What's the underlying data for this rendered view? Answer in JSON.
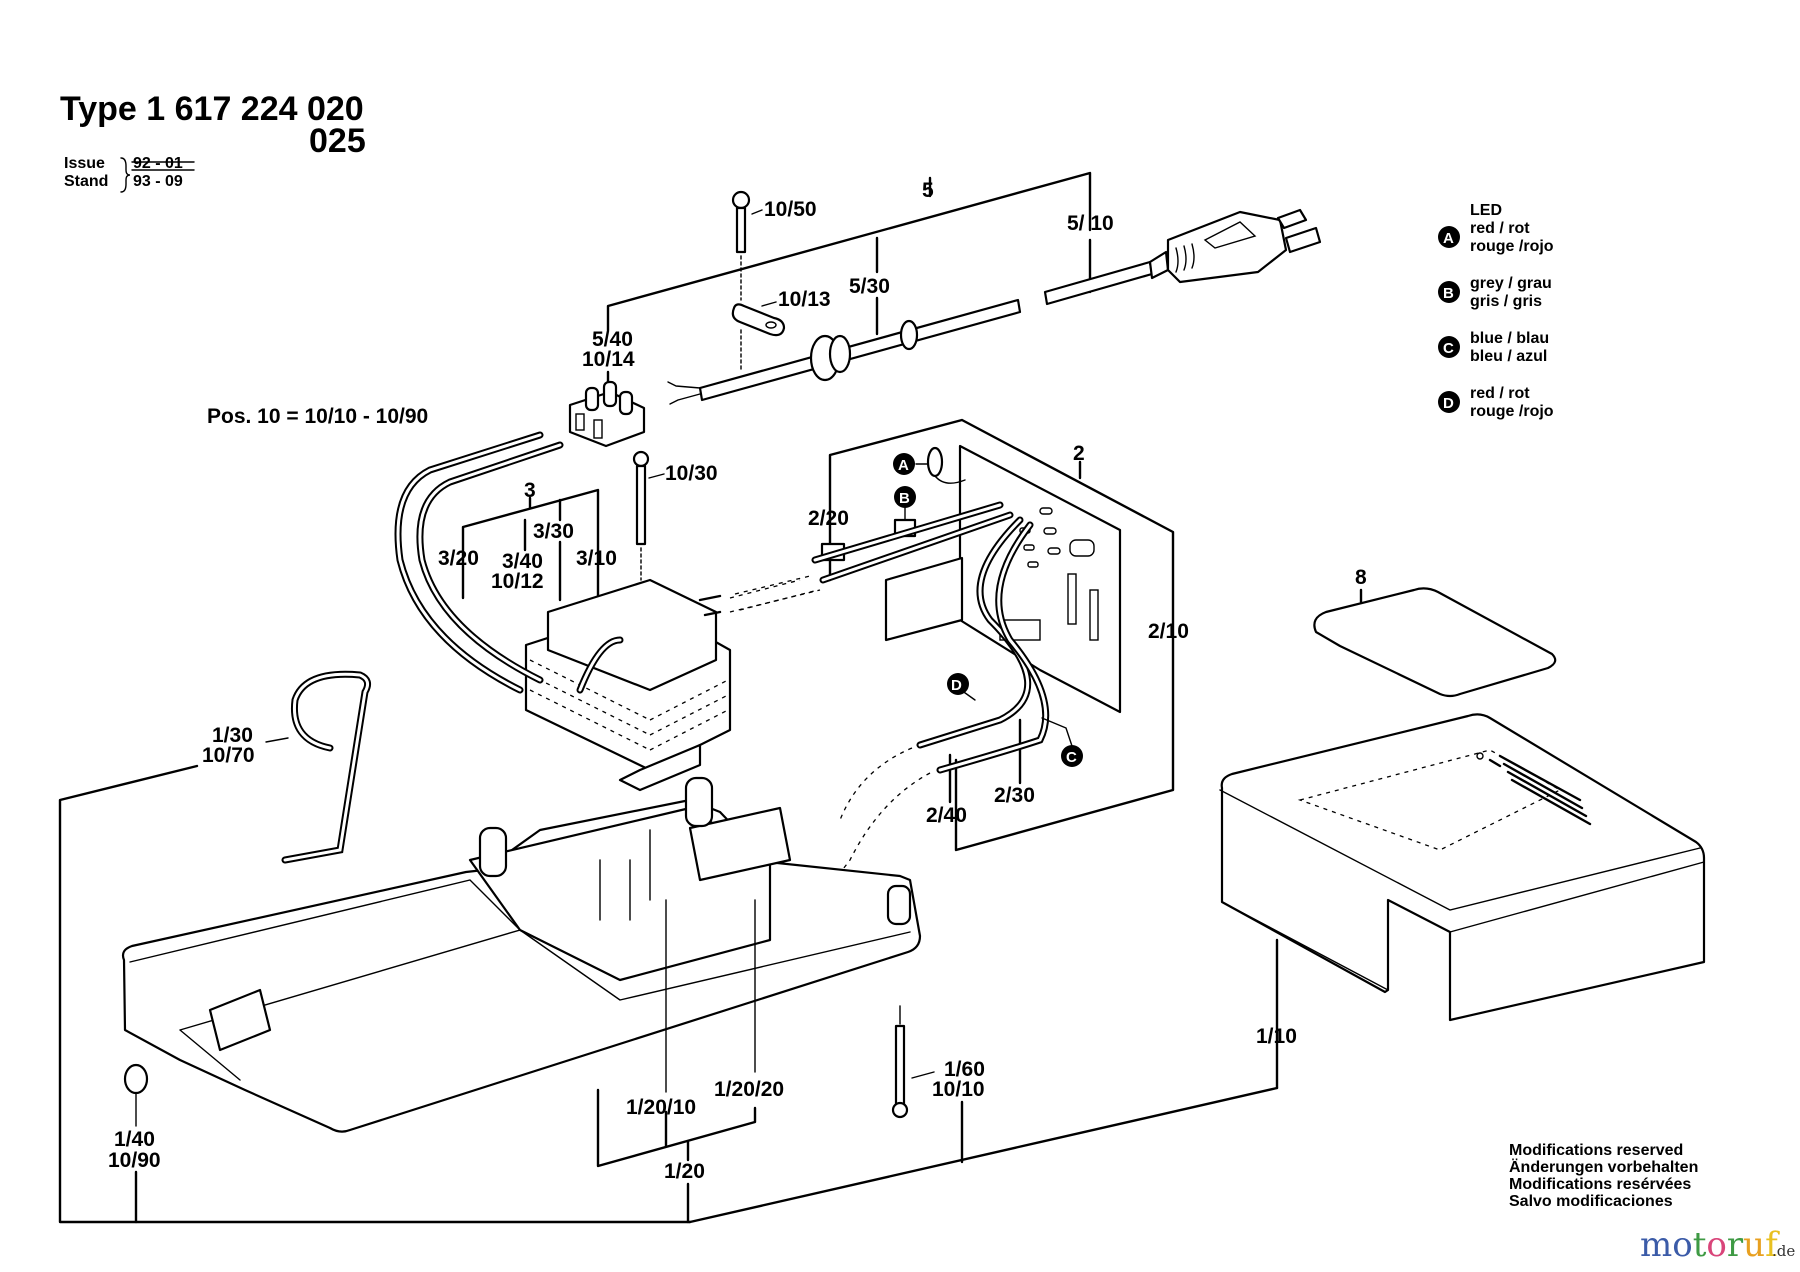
{
  "header": {
    "type_label": "Type 1 617 224 020",
    "type_variant": "025",
    "issue_label": "Issue",
    "issue_value": "92 - 01",
    "stand_label": "Stand",
    "stand_value": "93 - 09"
  },
  "pos_note": "Pos. 10 = 10/10 - 10/90",
  "parts": {
    "p5": "5",
    "p5_10": "5/ 10",
    "p5_30": "5/30",
    "p5_40": "5/40",
    "p10_14": "10/14",
    "p10_50": "10/50",
    "p10_13": "10/13",
    "p10_30": "10/30",
    "p3": "3",
    "p3_30": "3/30",
    "p3_20": "3/20",
    "p3_40": "3/40",
    "p10_12": "10/12",
    "p3_10": "3/10",
    "p2": "2",
    "p2_20": "2/20",
    "p2_10": "2/10",
    "p2_30": "2/30",
    "p2_40": "2/40",
    "p8": "8",
    "p1_30": "1/30",
    "p10_70": "10/70",
    "p1_10": "1/10",
    "p1_60": "1/60",
    "p10_10": "10/10",
    "p1_20_20": "1/20/20",
    "p1_20_10": "1/20/10",
    "p1_20": "1/20",
    "p1_40": "1/40",
    "p10_90": "10/90"
  },
  "led_legend": {
    "title": "LED",
    "items": [
      {
        "badge": "A",
        "line1": "red / rot",
        "line2": "rouge /rojo"
      },
      {
        "badge": "B",
        "line1": "grey / grau",
        "line2": "gris / gris"
      },
      {
        "badge": "C",
        "line1": "blue / blau",
        "line2": "bleu / azul"
      },
      {
        "badge": "D",
        "line1": "red / rot",
        "line2": "rouge /rojo"
      }
    ]
  },
  "footer_notes": [
    "Modifications reserved",
    "Änderungen vorbehalten",
    "Modifications resérvées",
    "Salvo modificaciones"
  ],
  "watermark": {
    "letters": [
      {
        "ch": "m",
        "color": "#3b5ba8"
      },
      {
        "ch": "o",
        "color": "#3b5ba8"
      },
      {
        "ch": "t",
        "color": "#3e9a44"
      },
      {
        "ch": "o",
        "color": "#d9457a"
      },
      {
        "ch": "r",
        "color": "#3e9a44"
      },
      {
        "ch": "u",
        "color": "#e8a020"
      },
      {
        "ch": "f",
        "color": "#e8c020"
      }
    ],
    "suffix": ".de"
  }
}
